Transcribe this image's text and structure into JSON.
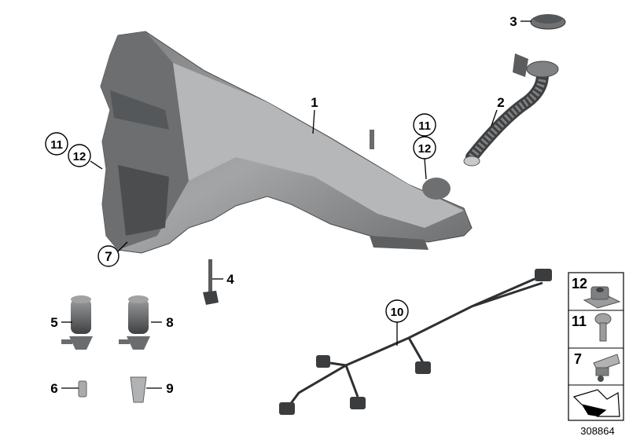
{
  "diagram": {
    "number": "308864",
    "callouts": [
      {
        "id": "c1",
        "text": "1",
        "circled": false
      },
      {
        "id": "c2",
        "text": "2",
        "circled": false
      },
      {
        "id": "c3",
        "text": "3",
        "circled": false
      },
      {
        "id": "c4",
        "text": "4",
        "circled": false
      },
      {
        "id": "c5",
        "text": "5",
        "circled": false
      },
      {
        "id": "c6",
        "text": "6",
        "circled": false
      },
      {
        "id": "c7",
        "text": "7",
        "circled": true
      },
      {
        "id": "c8",
        "text": "8",
        "circled": false
      },
      {
        "id": "c9",
        "text": "9",
        "circled": false
      },
      {
        "id": "c10",
        "text": "10",
        "circled": true
      },
      {
        "id": "c11a",
        "text": "11",
        "circled": true
      },
      {
        "id": "c12a",
        "text": "12",
        "circled": true
      },
      {
        "id": "c11b",
        "text": "11",
        "circled": true
      },
      {
        "id": "c12b",
        "text": "12",
        "circled": true
      }
    ],
    "legend": [
      {
        "text": "12",
        "icon": "clip-nut-icon"
      },
      {
        "text": "11",
        "icon": "screw-icon"
      },
      {
        "text": "7",
        "icon": "clip-icon"
      },
      {
        "text": "",
        "icon": "direction-arrow-icon"
      }
    ],
    "colors": {
      "part_fill": "#8a8c8e",
      "part_dark": "#55585a",
      "part_light": "#b9bbbd"
    }
  }
}
